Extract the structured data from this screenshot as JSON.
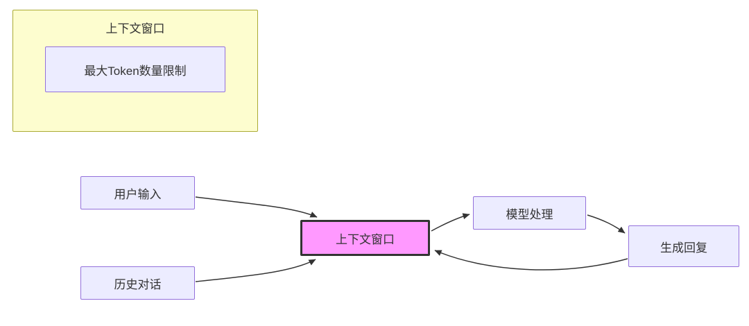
{
  "diagram": {
    "cluster": {
      "title": "上下文窗口",
      "inner_node": "最大Token数量限制"
    },
    "nodes": {
      "user_input": "用户输入",
      "history_dialog": "历史对话",
      "context_window": "上下文窗口",
      "model_process": "模型处理",
      "generate_reply": "生成回复"
    },
    "edges": [
      {
        "from": "用户输入",
        "to": "上下文窗口"
      },
      {
        "from": "历史对话",
        "to": "上下文窗口"
      },
      {
        "from": "上下文窗口",
        "to": "模型处理"
      },
      {
        "from": "模型处理",
        "to": "生成回复"
      },
      {
        "from": "生成回复",
        "to": "上下文窗口"
      }
    ],
    "colors": {
      "node_fill": "#ECECFF",
      "node_border": "#9370DB",
      "cluster_fill": "#FDFDCF",
      "cluster_border": "#AAAA33",
      "highlight_fill": "#FF99FF",
      "highlight_border": "#333333",
      "edge_color": "#333333",
      "background": "#FFFFFF"
    }
  }
}
